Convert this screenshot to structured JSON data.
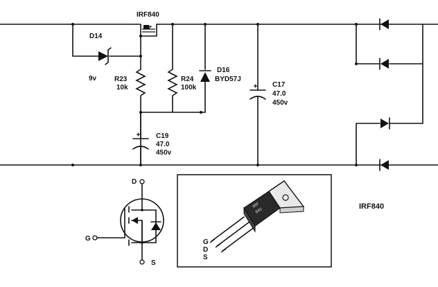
{
  "mosfet_top_label": "IRF840",
  "d14": {
    "ref": "D14",
    "value": "9v"
  },
  "r23": {
    "ref": "R23",
    "value": "10k"
  },
  "r24": {
    "ref": "R24",
    "value": "100k"
  },
  "d16": {
    "ref": "D16",
    "value": "BYD57J"
  },
  "c17": {
    "ref": "C17",
    "value1": "47.0",
    "value2": "450v"
  },
  "c19": {
    "ref": "C19",
    "value1": "47.0",
    "value2": "450v"
  },
  "symbol_pins": {
    "drain": "D",
    "gate": "G",
    "source": "S"
  },
  "package_pins": {
    "g": "G",
    "d": "D",
    "s": "S"
  },
  "package_label": "IRF840",
  "package_markings": {
    "line1": "IRF",
    "line2": "840"
  }
}
